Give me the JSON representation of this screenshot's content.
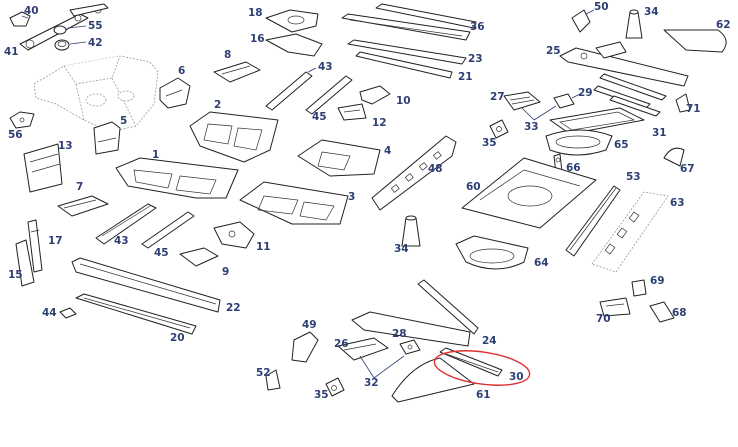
{
  "colors": {
    "callout": "#2d3f73",
    "line": "#222222",
    "highlight": "#e03030",
    "background": "#ffffff"
  },
  "callouts": {
    "c1": "1",
    "c2": "2",
    "c3": "3",
    "c4": "4",
    "c5": "5",
    "c6": "6",
    "c7": "7",
    "c8": "8",
    "c9": "9",
    "c10": "10",
    "c11": "11",
    "c12": "12",
    "c13": "13",
    "c15": "15",
    "c16": "16",
    "c17": "17",
    "c18": "18",
    "c20": "20",
    "c21": "21",
    "c22": "22",
    "c23": "23",
    "c24": "24",
    "c25": "25",
    "c26": "26",
    "c27": "27",
    "c28": "28",
    "c29": "29",
    "c30": "30",
    "c31": "31",
    "c32": "32",
    "c33": "33",
    "c34": "34",
    "c35": "35",
    "c36": "36",
    "c40": "40",
    "c41": "41",
    "c42": "42",
    "c43": "43",
    "c44": "44",
    "c45": "45",
    "c48": "48",
    "c49": "49",
    "c50": "50",
    "c52": "52",
    "c53": "53",
    "c55": "55",
    "c56": "56",
    "c60": "60",
    "c61": "61",
    "c62": "62",
    "c63": "63",
    "c64": "64",
    "c65": "65",
    "c66": "66",
    "c67": "67",
    "c68": "68",
    "c69": "69",
    "c70": "70",
    "c71": "71"
  }
}
